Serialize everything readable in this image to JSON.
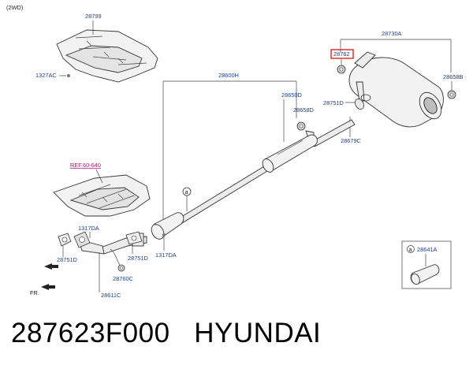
{
  "variant_label": "(2WD)",
  "parts": {
    "p28799": "28799",
    "p1327AC": "1327AC",
    "p28600H": "28600H",
    "p28730A": "28730A",
    "p28762": "28762",
    "p28658B": "28658B",
    "p28650D": "28650D",
    "p28751D_top": "28751D",
    "p28658D": "28658D",
    "p28679C": "28679C",
    "ref": "REF.60-640",
    "callout_a": "a",
    "p1317DA_left": "1317DA",
    "p28751D_left": "28751D",
    "p28751D_mid": "28751D",
    "p1317DA_mid": "1317DA",
    "p28760C": "28760C",
    "p28611C": "28611C",
    "p28641A_prefix": "a",
    "p28641A": "28641A",
    "front_label": "FR."
  },
  "caption": {
    "part_number": "287623F000",
    "brand": "HYUNDAI"
  }
}
